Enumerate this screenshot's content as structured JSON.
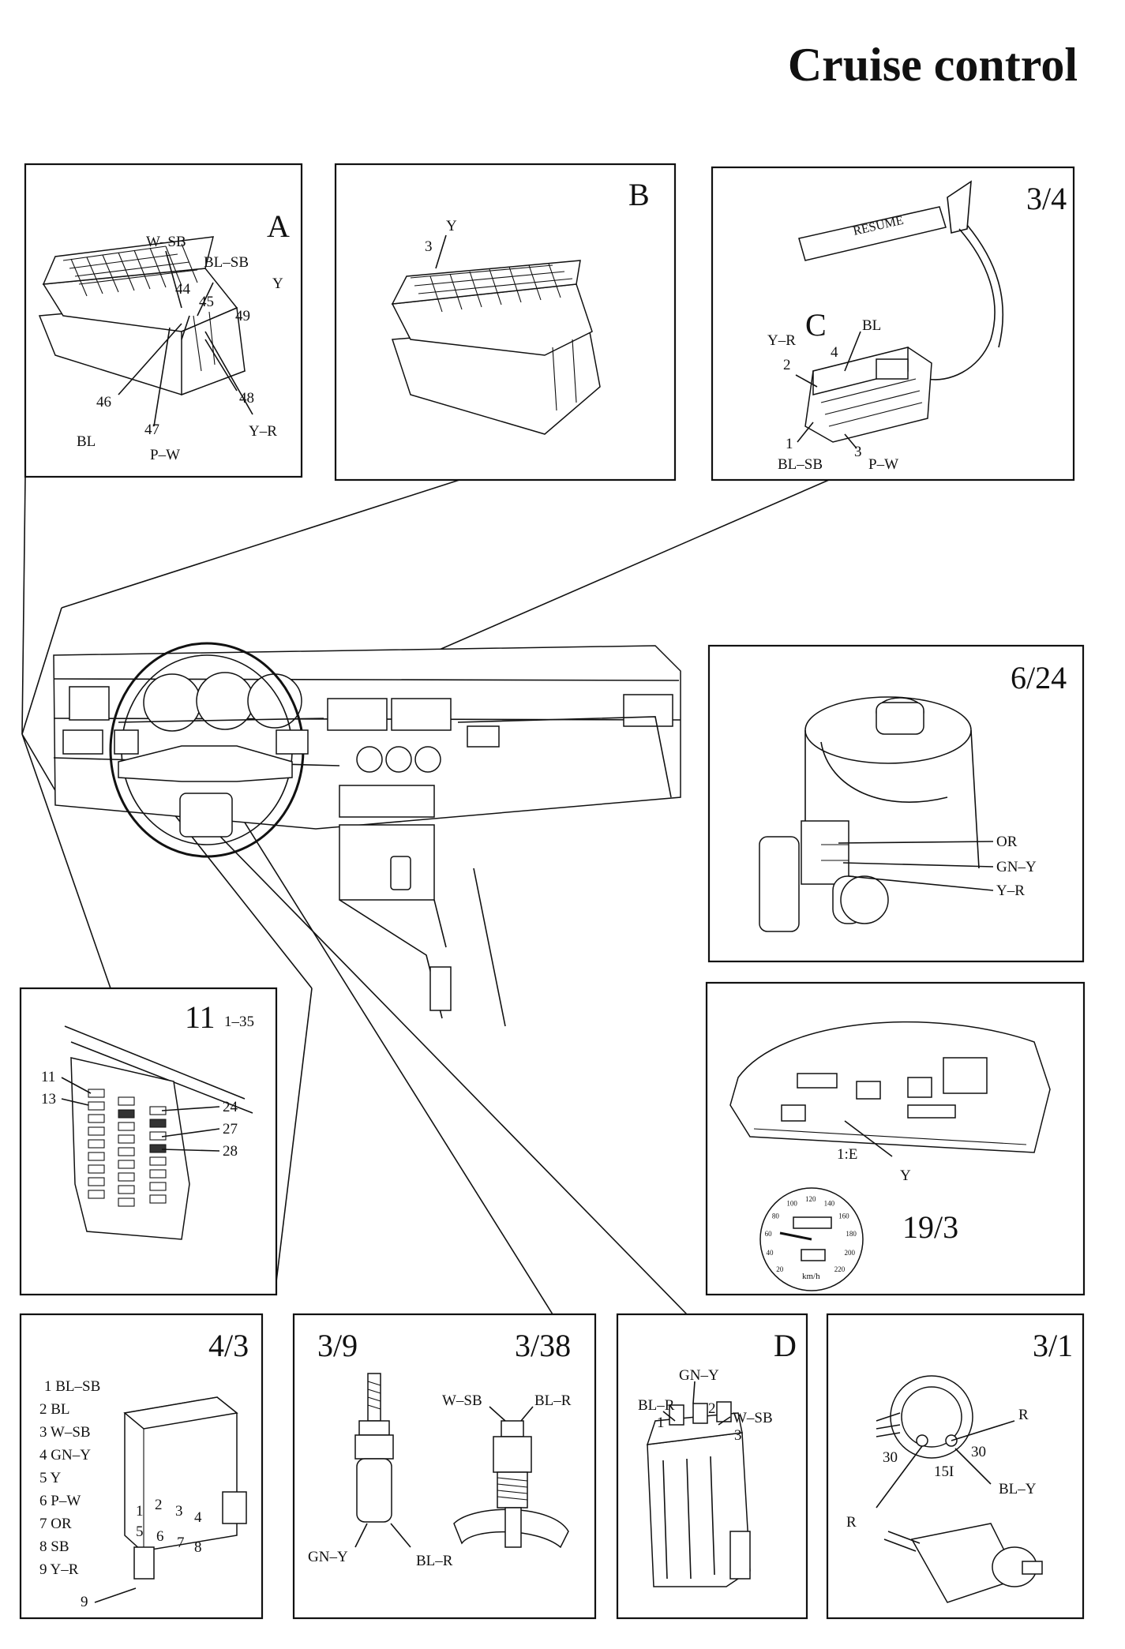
{
  "title": "Cruise control",
  "panels": {
    "a": {
      "id": "A",
      "labels": {
        "w_sb": "W–SB",
        "bl_sb": "BL–SB",
        "y": "Y",
        "n44": "44",
        "n45": "45",
        "n49": "49",
        "n46": "46",
        "n47": "47",
        "n48": "48",
        "bl": "BL",
        "p_w": "P–W",
        "y_r": "Y–R"
      }
    },
    "b": {
      "id": "B",
      "labels": {
        "y": "Y",
        "n3": "3"
      }
    },
    "stalk": {
      "id": "3/4",
      "connector_id": "C",
      "switch_text": "RESUME",
      "labels": {
        "bl": "BL",
        "y_r": "Y–R",
        "n4": "4",
        "n2": "2",
        "n1": "1",
        "n3": "3",
        "bl_sb": "BL–SB",
        "p_w": "P–W"
      }
    },
    "actuator": {
      "id": "6/24",
      "labels": {
        "or": "OR",
        "gn_y": "GN–Y",
        "y_r": "Y–R"
      }
    },
    "fusebox": {
      "id": "11",
      "range": "1–35",
      "labels": {
        "n11": "11",
        "n13": "13",
        "n24": "24",
        "n27": "27",
        "n28": "28"
      }
    },
    "cluster": {
      "id": "19/3",
      "labels": {
        "ie": "1:E",
        "y": "Y"
      },
      "speedo_ticks": [
        "20",
        "40",
        "60",
        "80",
        "100",
        "120",
        "140",
        "160",
        "180",
        "200",
        "220"
      ],
      "speedo_unit": "km/h"
    },
    "control_unit": {
      "id": "4/3",
      "pins": [
        "1 BL–SB",
        "2 BL",
        "3 W–SB",
        "4 GN–Y",
        "5 Y",
        "6 P–W",
        "7 OR",
        "8 SB",
        "9 Y–R"
      ],
      "pin_numbers": [
        "1",
        "2",
        "3",
        "4",
        "5",
        "6",
        "7",
        "8"
      ],
      "bottom_pin": "9"
    },
    "brake_switch": {
      "id_left": "3/9",
      "id_right": "3/38",
      "labels": {
        "gn_y": "GN–Y",
        "bl_r_left": "BL–R",
        "w_sb": "W–SB",
        "bl_r_right": "BL–R"
      }
    },
    "connector_d": {
      "id": "D",
      "labels": {
        "gn_y": "GN–Y",
        "bl_r": "BL–R",
        "n1": "1",
        "n2": "2",
        "w_sb": "W–SB",
        "n3": "3"
      }
    },
    "ignition": {
      "id": "3/1",
      "labels": {
        "r_top": "R",
        "n30_left": "30",
        "n30_right": "30",
        "n15": "15I",
        "bl_y": "BL–Y",
        "r_bottom": "R"
      }
    }
  }
}
